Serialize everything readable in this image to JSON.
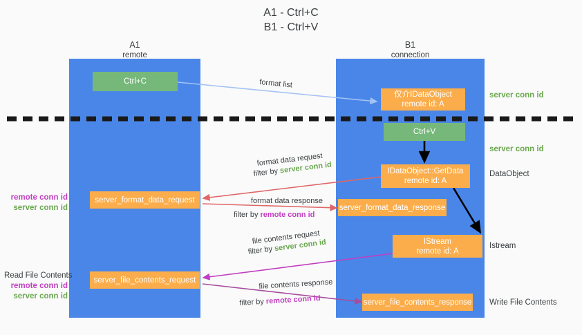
{
  "title": "A1 - Ctrl+C\nB1 - Ctrl+V",
  "colors": {
    "background": "#fafafa",
    "lane": "#4a86e8",
    "node_green": "#76b87a",
    "node_orange": "#fbad4b",
    "text": "#3c4043",
    "server_conn_id": "#6aa84f",
    "remote_conn_id": "#c13ec1",
    "arrow_blue": "#a4c2f4",
    "arrow_red": "#e06666",
    "arrow_magenta": "#c13ec1",
    "arrow_purple": "#a64d9e",
    "arrow_black": "#000000",
    "divider": "#1a1a1a"
  },
  "lanes": [
    {
      "id": "a1",
      "title": "A1",
      "subtitle": "remote"
    },
    {
      "id": "b1",
      "title": "B1",
      "subtitle": "connection"
    }
  ],
  "nodes": [
    {
      "id": "ctrl-c",
      "label": "Ctrl+C",
      "style": "green"
    },
    {
      "id": "idataobject-create",
      "line1": "仅介IDataObject",
      "line2": "remote id: A",
      "style": "orange"
    },
    {
      "id": "ctrl-v",
      "label": "Ctrl+V",
      "style": "green"
    },
    {
      "id": "idataobject-getdata",
      "line1": "IDataObject::GetData",
      "line2": "remote id: A",
      "style": "orange"
    },
    {
      "id": "server-format-data-request",
      "label": "server_format_data_request",
      "style": "orange"
    },
    {
      "id": "server-format-data-response",
      "label": "server_format_data_response",
      "style": "orange"
    },
    {
      "id": "istream",
      "line1": "IStream",
      "line2": "remote id: A",
      "style": "orange"
    },
    {
      "id": "server-file-contents-request",
      "label": "server_file_contents_request",
      "style": "orange"
    },
    {
      "id": "server-file-contents-response",
      "label": "server_file_contents_response",
      "style": "orange"
    }
  ],
  "edge_labels": {
    "format_list": "format list",
    "format_data_request": "format data request",
    "format_data_request_filter_prefix": "filter by ",
    "format_data_request_filter_token": "server conn id",
    "format_data_response": "format data response",
    "format_data_response_filter_prefix": "filter by ",
    "format_data_response_filter_token": "remote conn id",
    "file_contents_request": "file contents request",
    "file_contents_request_filter_prefix": "filter by ",
    "file_contents_request_filter_token": "server conn id",
    "file_contents_response": "file contents response",
    "file_contents_response_filter_prefix": "filter by ",
    "file_contents_response_filter_token": "remote conn id"
  },
  "right_annotations": [
    {
      "id": "server-conn-id-top",
      "text": "server conn id",
      "color": "green"
    },
    {
      "id": "server-conn-id-mid",
      "text": "server conn id",
      "color": "green"
    },
    {
      "id": "dataobject",
      "text": "DataObject",
      "color": "plain"
    },
    {
      "id": "istream-label",
      "text": "Istream",
      "color": "plain"
    },
    {
      "id": "write-file-contents",
      "text": "Write File Contents",
      "color": "plain"
    }
  ],
  "left_annotations": [
    {
      "id": "conn-ids-format",
      "line1": "remote conn id",
      "line2": "server conn id"
    },
    {
      "id": "read-file-contents",
      "heading": "Read File Contents",
      "line1": "remote conn id",
      "line2": "server conn id"
    }
  ]
}
